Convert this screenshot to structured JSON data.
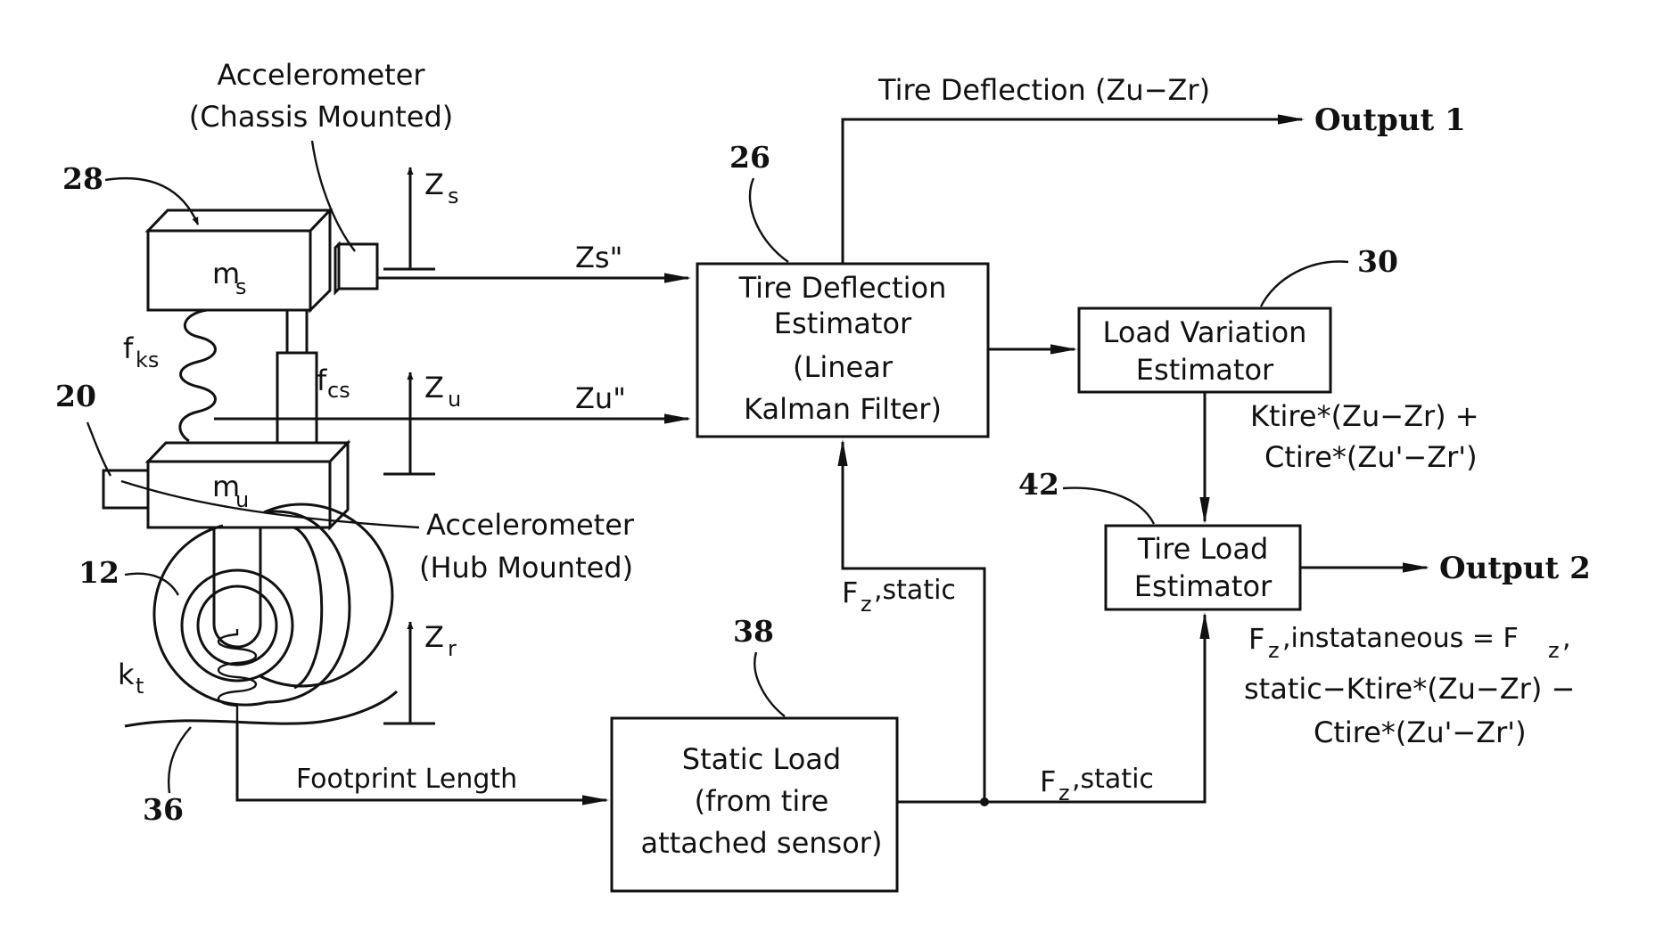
{
  "sensors": {
    "accel_chassis_line1": "Accelerometer",
    "accel_chassis_line2": "(Chassis Mounted)",
    "accel_hub_line1": "Accelerometer",
    "accel_hub_line2": "(Hub Mounted)"
  },
  "vehicle_model": {
    "ms_base": "m",
    "ms_sub": "s",
    "mu_base": "m",
    "mu_sub": "u",
    "fks_base": "f",
    "fks_sub": "ks",
    "fcs_base": "f",
    "fcs_sub": "cs",
    "kt_base": "k",
    "kt_sub": "t",
    "zs_base": "Z",
    "zs_sub": "s",
    "zu_base": "Z",
    "zu_sub": "u",
    "zr_base": "Z",
    "zr_sub": "r"
  },
  "signals": {
    "zs_dd": "Zs\"",
    "zu_dd": "Zu\"",
    "tire_deflection": "Tire Deflection (Zu−Zr)",
    "footprint_length": "Footprint Length",
    "fz_base": "F",
    "fz_sub": "z",
    "fz_static_suffix": " ,static",
    "load_formula_line1": "Ktire*(Zu−Zr)  +",
    "load_formula_line2": "Ctire*(Zu'−Zr')",
    "fz_inst_suffix": ",instataneous = F",
    "fz_inst_suffix2": ",",
    "fz_inst_line2": "static−Ktire*(Zu−Zr)  −",
    "fz_inst_line3": "Ctire*(Zu'−Zr')"
  },
  "blocks": {
    "tire_deflection_estimator": [
      "Tire  Deflection",
      "Estimator",
      "(Linear",
      "Kalman  Filter)"
    ],
    "load_variation_estimator": [
      "Load  Variation",
      "Estimator"
    ],
    "tire_load_estimator": [
      "Tire  Load",
      "Estimator"
    ],
    "static_load": [
      "Static  Load",
      "(from  tire",
      "attached  sensor)"
    ]
  },
  "outputs": {
    "output1": "Output  1",
    "output2": "Output  2"
  },
  "ref_numerals": {
    "n12": "12",
    "n20": "20",
    "n26": "26",
    "n28": "28",
    "n30": "30",
    "n36": "36",
    "n38": "38",
    "n42": "42"
  }
}
